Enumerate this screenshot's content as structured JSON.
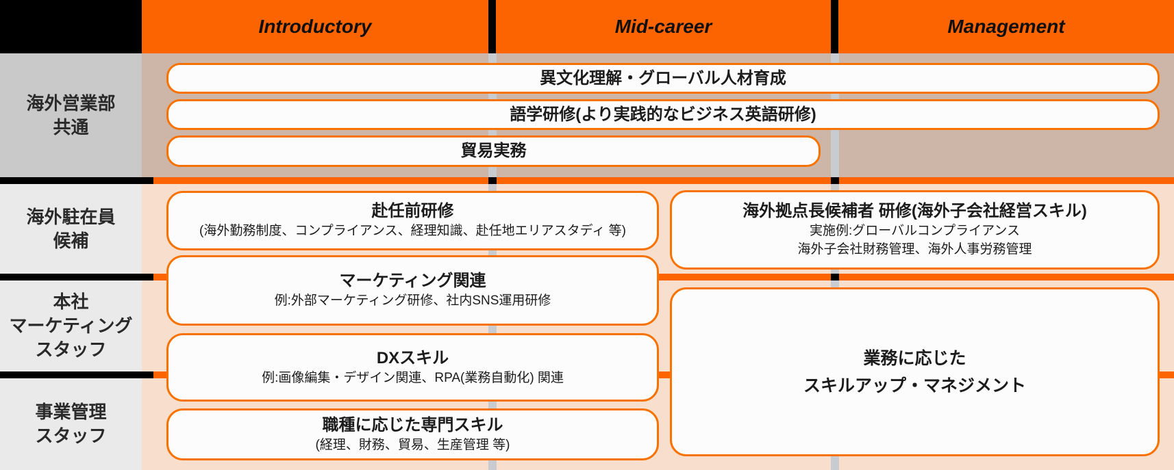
{
  "header": {
    "columns": [
      {
        "label": "Introductory"
      },
      {
        "label": "Mid-career"
      },
      {
        "label": "Management"
      }
    ]
  },
  "row_labels": [
    {
      "lines": [
        "海外営業部",
        "共通"
      ]
    },
    {
      "lines": [
        "海外駐在員",
        "候補"
      ]
    },
    {
      "lines": [
        "本社",
        "マーケティング",
        "スタッフ"
      ]
    },
    {
      "lines": [
        "事業管理",
        "スタッフ"
      ]
    }
  ],
  "common_boxes": [
    {
      "title": "異文化理解・グローバル人材育成"
    },
    {
      "title": "語学研修(より実践的なビジネス英語研修)"
    },
    {
      "title": "貿易実務"
    }
  ],
  "left_stack": [
    {
      "title": "赴任前研修",
      "sub": "(海外勤務制度、コンプライアンス、経理知識、赴任地エリアスタディ 等)"
    },
    {
      "title": "マーケティング関連",
      "sub": "例:外部マーケティング研修、社内SNS運用研修"
    },
    {
      "title": "DXスキル",
      "sub": "例:画像編集・デザイン関連、RPA(業務自動化) 関連"
    },
    {
      "title": "職種に応じた専門スキル",
      "sub": "(経理、財務、貿易、生産管理 等)"
    }
  ],
  "right_stack": [
    {
      "title": "海外拠点長候補者 研修(海外子会社経営スキル)",
      "sub1": "実施例:グローバルコンプライアンス",
      "sub2": "海外子会社財務管理、海外人事労務管理"
    },
    {
      "line1": "業務に応じた",
      "line2": "スキルアップ・マネジメント"
    }
  ],
  "colors": {
    "accent_orange": "#FB6400",
    "box_border_orange": "#F87200",
    "header_corner_black": "#000000",
    "row1_label_bg": "#C9C9C9",
    "label_bg": "#EAEAEA",
    "row1_content_bg": "#CDB6A7",
    "content_bg": "#F7DECD",
    "column_divider_gray": "#C8CCD0",
    "box_fill": "#FCFCFC"
  }
}
